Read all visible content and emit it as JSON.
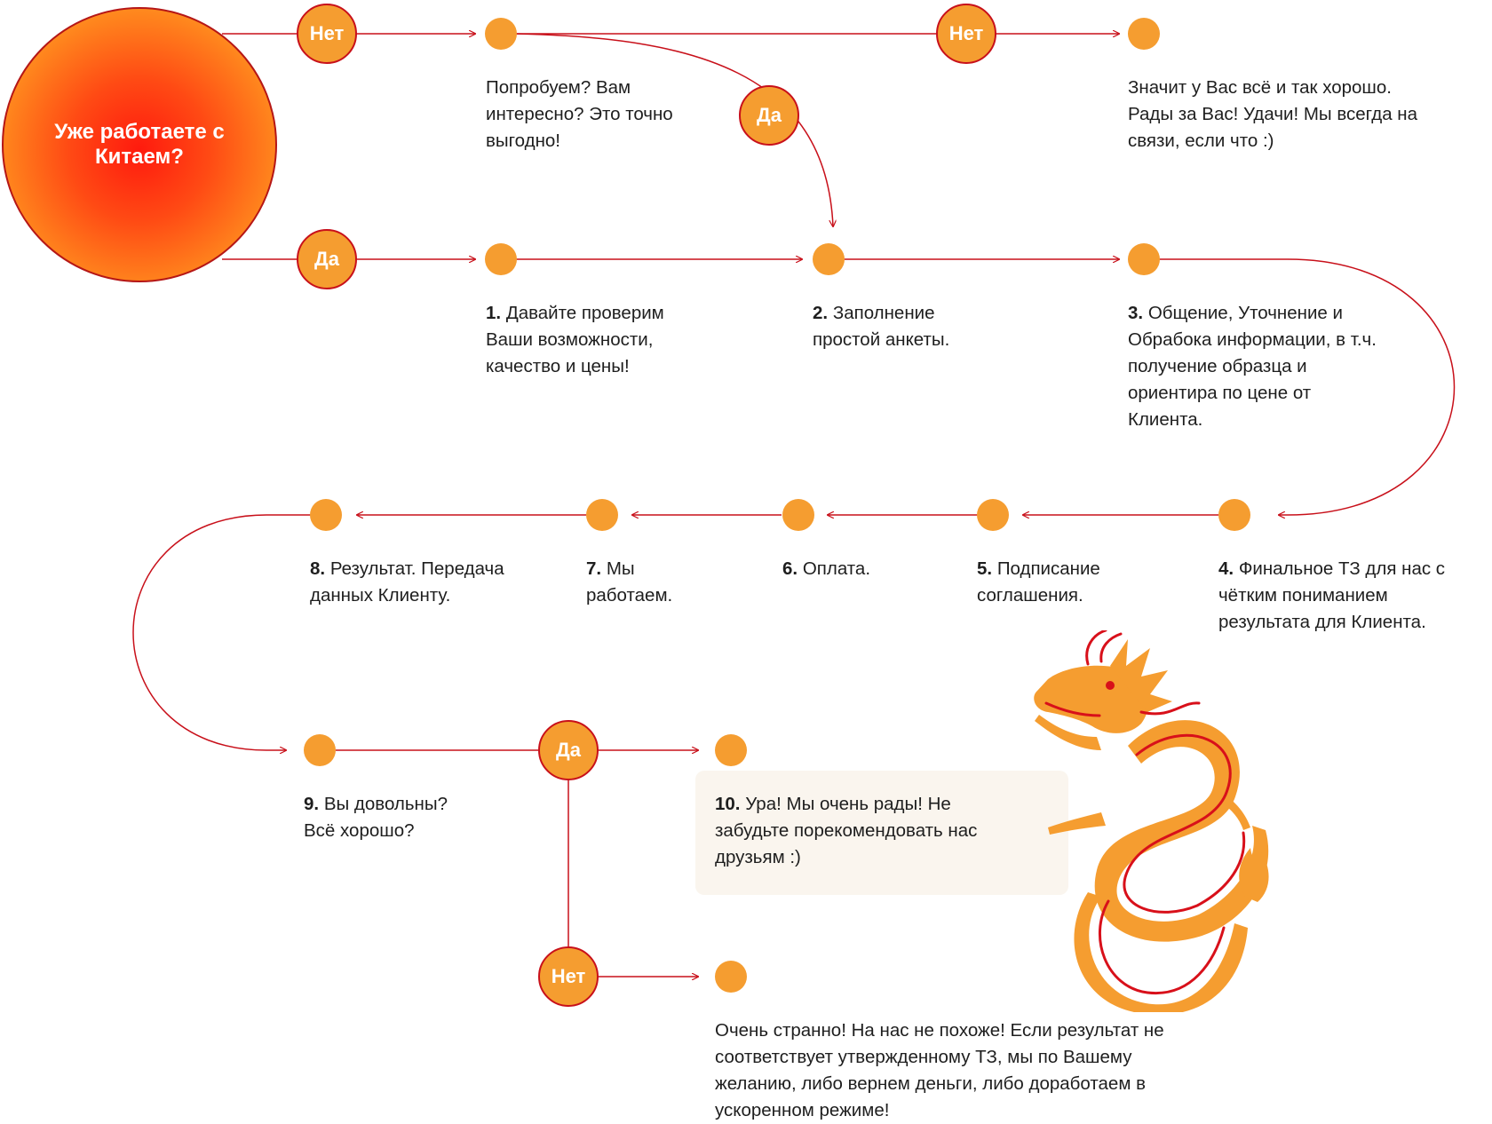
{
  "start": {
    "label": "Уже работаете с Китаем?"
  },
  "badges": {
    "no_top_1": "Нет",
    "no_top_2": "Нет",
    "yes_curve": "Да",
    "yes_main": "Да",
    "yes_satisfied": "Да",
    "no_satisfied": "Нет"
  },
  "texts": {
    "try": "Попробуем? Вам интересно? Это точно выгодно!",
    "fine": "Значит у Вас всё и так хорошо. Рады за Вас! Удачи! Мы всегда на связи, если что :)",
    "strange": "Очень странно! На нас не похоже! Если результат не соответствует утвержденному ТЗ, мы по Вашему желанию, либо вернем деньги, либо доработаем в ускоренном режиме!"
  },
  "steps": [
    {
      "num": "1.",
      "text": "Давайте проверим Ваши возможности, качество и цены!"
    },
    {
      "num": "2.",
      "text": "Заполнение простой анкеты."
    },
    {
      "num": "3.",
      "text": "Общение, Уточнение и Обрабока информации, в т.ч. получение образца и ориентира по цене от Клиента."
    },
    {
      "num": "4.",
      "text": "Финальное ТЗ для нас с чётким пониманием результата для Клиента."
    },
    {
      "num": "5.",
      "text": "Подписание соглашения."
    },
    {
      "num": "6.",
      "text": "Оплата."
    },
    {
      "num": "7.",
      "text": "Мы работаем."
    },
    {
      "num": "8.",
      "text": "Результат. Передача данных Клиенту."
    },
    {
      "num": "9.",
      "text": "Вы довольны? Всё хорошо?"
    },
    {
      "num": "10.",
      "text": "Ура! Мы очень рады! Не забудьте порекомендовать нас друзьям :)"
    }
  ],
  "colors": {
    "line": "#c8101a",
    "node": "#f59d30",
    "card": "#faf5ee",
    "dragon": "#f59d30",
    "dragon_accent": "#d8101a"
  },
  "icons": {
    "mascot": "dragon-illustration"
  }
}
